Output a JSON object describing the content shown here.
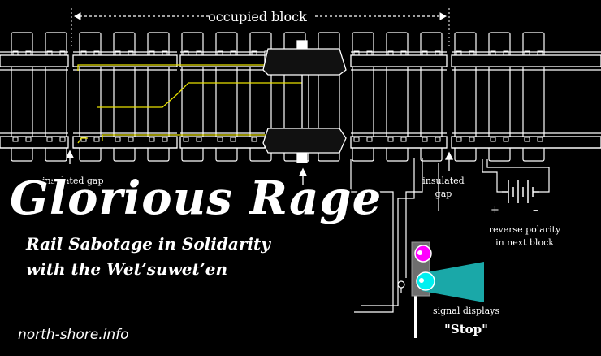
{
  "labels": {
    "occupied_block": "occupied block",
    "insulated_gap_left": "insulated gap",
    "insulated_gap_right_1": "insulated",
    "insulated_gap_right_2": "gap",
    "reverse_polarity_1": "reverse polarity",
    "reverse_polarity_2": "in next block",
    "battery_plus": "+",
    "battery_minus": "–",
    "signal_1": "signal displays",
    "signal_2": "\"Stop\""
  },
  "headline": {
    "title": "Glorious Rage",
    "subtitle_line1": "Rail Sabotage in Solidarity",
    "subtitle_line2": "with the Wet’suwet’en"
  },
  "footer": {
    "site": "north-shore.info"
  },
  "colors": {
    "background": "#000000",
    "rail_outline": "#ffffff",
    "circuit_wire": "#e8e000",
    "signal_magenta": "#ff00ff",
    "signal_cyan": "#00f0f0",
    "beam": "#1aa8a8",
    "signal_housing": "#777777"
  },
  "icons": [
    "battery-icon",
    "signal-light-icon",
    "wheel-axle-icon"
  ]
}
